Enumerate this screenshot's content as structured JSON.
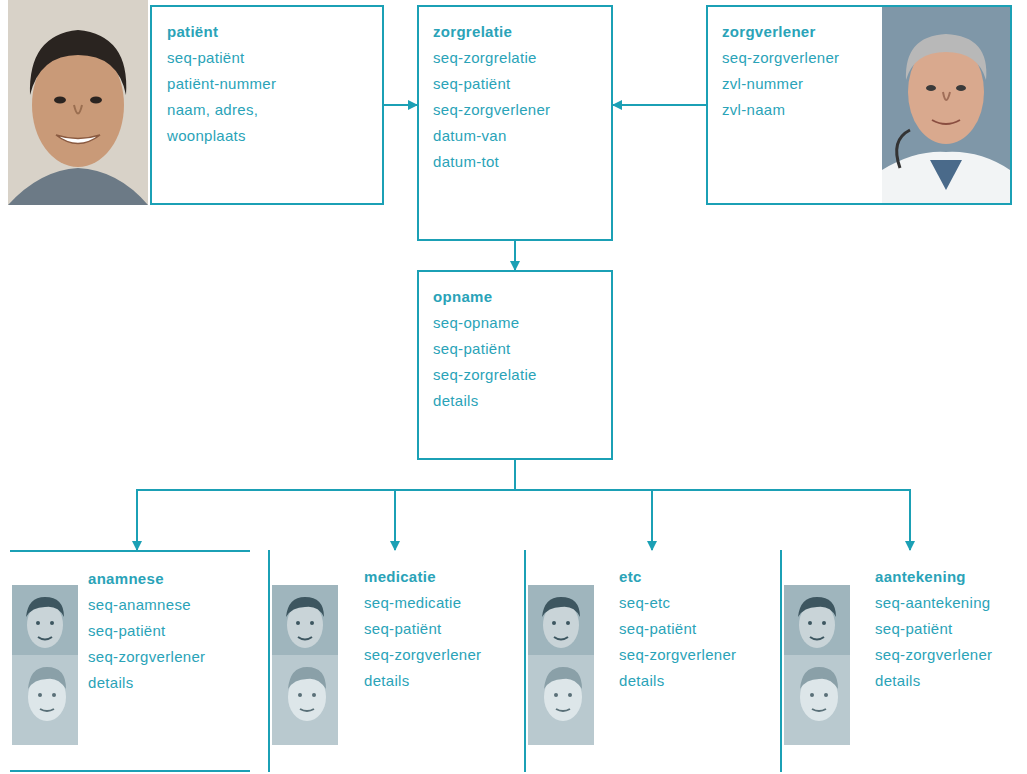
{
  "diagram": {
    "nodes": [
      {
        "text": [
          "patiënt",
          "seq-patiënt",
          "patiënt-nummer",
          "naam, adres, woonplaats"
        ]
      },
      {
        "text": [
          "zorgrelatie",
          "seq-zorgrelatie",
          "seq-patiënt",
          "seq-zorgverlener",
          "datum-van",
          "datum-tot"
        ]
      },
      {
        "text": [
          "zorgverlener",
          "seq-zorgverlener",
          "zvl-nummer",
          "zvl-naam"
        ]
      },
      {
        "text": [
          "opname",
          "seq-opname",
          "seq-patiënt",
          "seq-zorgrelatie",
          "details"
        ]
      },
      {
        "text": [
          "anamnese",
          "seq-anamnese",
          "seq-patiënt",
          "seq-zorgverlener",
          "details"
        ]
      },
      {
        "text": [
          "medicatie",
          "seq-medicatie",
          "seq-patiënt",
          "seq-zorgverlener",
          "details"
        ]
      },
      {
        "text": [
          "etc",
          "seq-etc",
          "seq-patiënt",
          "seq-zorgverlener",
          "details"
        ]
      },
      {
        "text": [
          "aantekening",
          "seq-aantekening",
          "seq-patiënt",
          "seq-zorgverlener",
          "details"
        ]
      }
    ],
    "edges": [
      {
        "from": 0,
        "to": 1,
        "arrow": "to"
      },
      {
        "from": 2,
        "to": 1,
        "arrow": "to"
      },
      {
        "from": 1,
        "to": 3,
        "arrow": "to"
      },
      {
        "from": 3,
        "to": 4,
        "arrow": "to"
      },
      {
        "from": 3,
        "to": 5,
        "arrow": "to"
      },
      {
        "from": 3,
        "to": 6,
        "arrow": "to"
      },
      {
        "from": 3,
        "to": 7,
        "arrow": "to"
      }
    ]
  }
}
